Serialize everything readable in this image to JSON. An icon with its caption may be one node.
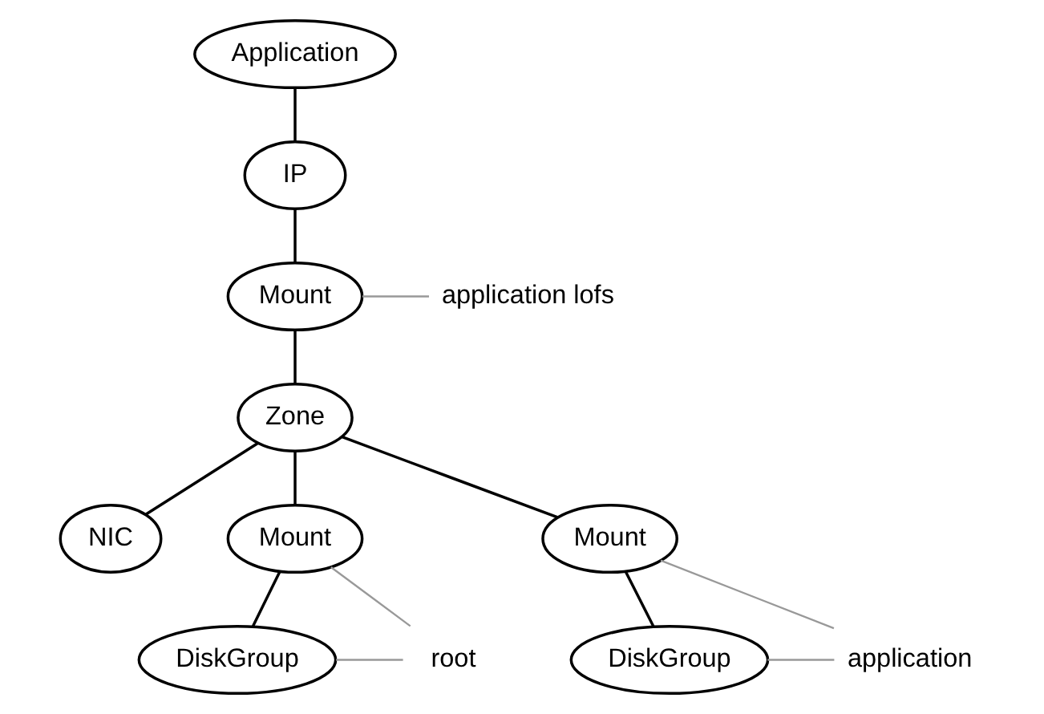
{
  "diagram": {
    "nodes": [
      {
        "text": [
          "Application"
        ]
      },
      {
        "text": [
          "IP"
        ]
      },
      {
        "text": [
          "Mount"
        ]
      },
      {
        "text": [
          "application lofs"
        ]
      },
      {
        "text": [
          "Zone"
        ]
      },
      {
        "text": [
          "NIC"
        ]
      },
      {
        "text": [
          "Mount"
        ]
      },
      {
        "text": [
          "Mount"
        ]
      },
      {
        "text": [
          "DiskGroup"
        ]
      },
      {
        "text": [
          "DiskGroup"
        ]
      },
      {
        "text": [
          "root"
        ]
      },
      {
        "text": [
          "application"
        ]
      }
    ],
    "edges": [
      {
        "from": 0,
        "to": 1,
        "arrow": "none"
      },
      {
        "from": 1,
        "to": 2,
        "arrow": "none"
      },
      {
        "from": 3,
        "to": 2,
        "arrow": "none",
        "color": "#999999"
      },
      {
        "from": 2,
        "to": 4,
        "arrow": "none"
      },
      {
        "from": 4,
        "to": 5,
        "arrow": "none"
      },
      {
        "from": 4,
        "to": 6,
        "arrow": "none"
      },
      {
        "from": 4,
        "to": 7,
        "arrow": "none"
      },
      {
        "from": 6,
        "to": 8,
        "arrow": "none"
      },
      {
        "from": 7,
        "to": 9,
        "arrow": "none"
      },
      {
        "from": 10,
        "to": 6,
        "arrow": "none",
        "color": "#999999"
      },
      {
        "from": 10,
        "to": 8,
        "arrow": "none",
        "color": "#999999"
      },
      {
        "from": 11,
        "to": 7,
        "arrow": "none",
        "color": "#999999"
      },
      {
        "from": 11,
        "to": 9,
        "arrow": "none",
        "color": "#999999"
      }
    ]
  }
}
